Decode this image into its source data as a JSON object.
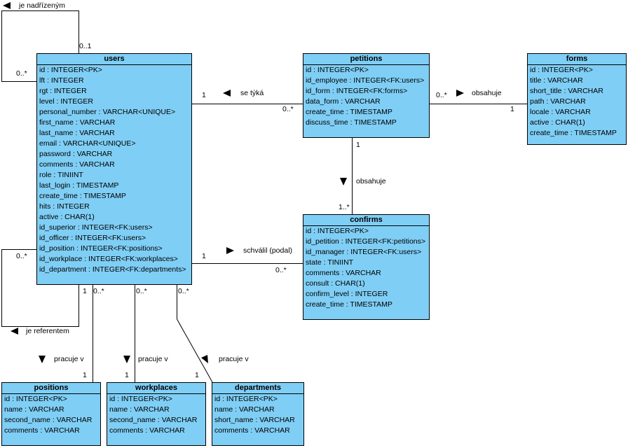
{
  "style": {
    "entity_fill": "#7fcef5",
    "line_color": "#000000"
  },
  "entities": {
    "users": {
      "title": "users",
      "attributes": [
        "id : INTEGER<PK>",
        "lft : INTEGER",
        "rgt : INTEGER",
        "level : INTEGER",
        "personal_number : VARCHAR<UNIQUE>",
        "first_name : VARCHAR",
        "last_name : VARCHAR",
        "email : VARCHAR<UNIQUE>",
        "password : VARCHAR",
        "comments : VARCHAR",
        "role : TINIINT",
        "last_login : TIMESTAMP",
        "create_time : TIMESTAMP",
        "hits : INTEGER",
        "active : CHAR(1)",
        "id_superior : INTEGER<FK:users>",
        "id_officer : INTEGER<FK:users>",
        "id_position : INTEGER<FK:positions>",
        "id_workplace : INTEGER<FK:workplaces>",
        "id_department : INTEGER<FK:departments>"
      ]
    },
    "petitions": {
      "title": "petitions",
      "attributes": [
        "id : INTEGER<PK>",
        "id_employee : INTEGER<FK:users>",
        "id_form : INTEGER<FK:forms>",
        "data_form : VARCHAR",
        "create_time : TIMESTAMP",
        "discuss_time : TIMESTAMP"
      ]
    },
    "forms": {
      "title": "forms",
      "attributes": [
        "id : INTEGER<PK>",
        "title : VARCHAR",
        "short_title : VARCHAR",
        "path : VARCHAR",
        "locale : VARCHAR",
        "active : CHAR(1)",
        "create_time : TIMESTAMP"
      ]
    },
    "confirms": {
      "title": "confirms",
      "attributes": [
        "id : INTEGER<PK>",
        "id_petition : INTEGER<FK:petitions>",
        "id_manager : INTEGER<FK:users>",
        "state : TINIINT",
        "comments : VARCHAR",
        "consult : CHAR(1)",
        "confirm_level : INTEGER",
        "create_time : TIMESTAMP"
      ]
    },
    "positions": {
      "title": "positions",
      "attributes": [
        "id : INTEGER<PK>",
        "name : VARCHAR",
        "second_name : VARCHAR",
        "comments : VARCHAR"
      ]
    },
    "workplaces": {
      "title": "workplaces",
      "attributes": [
        "id : INTEGER<PK>",
        "name : VARCHAR",
        "second_name : VARCHAR",
        "comments : VARCHAR"
      ]
    },
    "departments": {
      "title": "departments",
      "attributes": [
        "id : INTEGER<PK>",
        "name : VARCHAR",
        "short_name : VARCHAR",
        "comments : VARCHAR"
      ]
    }
  },
  "relations": {
    "users_superior": {
      "label": "je nadřízeným",
      "arrow_icon": "triangle-left-icon",
      "multiplicity": [
        "0..1",
        "0..*"
      ]
    },
    "users_referent": {
      "label": "je referentem",
      "arrow_icon": "triangle-left-icon",
      "multiplicity": [
        "0..*",
        "1"
      ]
    },
    "users_petitions": {
      "label": "se týká",
      "arrow_icon": "triangle-left-icon",
      "multiplicity": [
        "1",
        "0..*"
      ]
    },
    "petitions_forms": {
      "label": "obsahuje",
      "arrow_icon": "triangle-right-icon",
      "multiplicity": [
        "0..*",
        "1"
      ]
    },
    "petitions_confirms": {
      "label": "obsahuje",
      "arrow_icon": "triangle-down-icon",
      "multiplicity": [
        "1",
        "1..*"
      ]
    },
    "users_confirms": {
      "label": "schválil (podal)",
      "arrow_icon": "triangle-right-icon",
      "multiplicity": [
        "1",
        "0..*"
      ]
    },
    "users_positions": {
      "label": "pracuje v",
      "arrow_icon": "triangle-down-icon",
      "multiplicity": [
        "0..*",
        "1"
      ]
    },
    "users_workplaces": {
      "label": "pracuje v",
      "arrow_icon": "triangle-down-icon",
      "multiplicity": [
        "0..*",
        "1"
      ]
    },
    "users_departments": {
      "label": "pracuje v",
      "arrow_icon": "triangle-down-icon",
      "multiplicity": [
        "0..*",
        "1"
      ]
    }
  }
}
